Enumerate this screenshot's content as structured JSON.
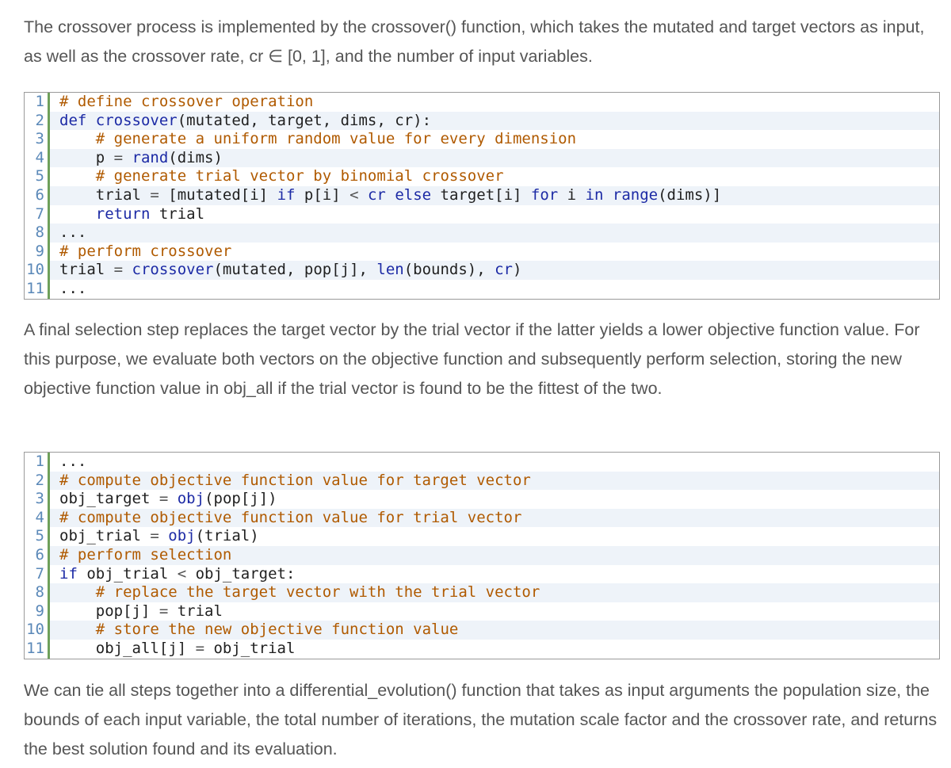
{
  "paragraphs": {
    "p1": "The crossover process is implemented by the crossover() function, which takes the mutated and target vectors as input, as well as the crossover rate, cr ∈ [0, 1], and the number of input variables.",
    "p2": "A final selection step replaces the target vector by the trial vector if the latter yields a lower objective function value. For this purpose, we evaluate both vectors on the objective function and subsequently perform selection, storing the new objective function value in obj_all if the trial vector is found to be the fittest of the two.",
    "p3": "We can tie all steps together into a differential_evolution() function that takes as input arguments the population size, the bounds of each input variable, the total number of iterations, the mutation scale factor and the crossover rate, and returns the best solution found and its evaluation."
  },
  "code_block_1": {
    "lines": [
      {
        "n": "1",
        "tokens": [
          [
            "cm",
            "# define crossover operation"
          ]
        ]
      },
      {
        "n": "2",
        "tokens": [
          [
            "kw",
            "def "
          ],
          [
            "fn",
            "crossover"
          ],
          [
            "id",
            "(mutated, target, dims, cr):"
          ]
        ]
      },
      {
        "n": "3",
        "tokens": [
          [
            "id",
            "    "
          ],
          [
            "cm",
            "# generate a uniform random value for every dimension"
          ]
        ]
      },
      {
        "n": "4",
        "tokens": [
          [
            "id",
            "    p "
          ],
          [
            "op",
            "= "
          ],
          [
            "fn",
            "rand"
          ],
          [
            "id",
            "(dims)"
          ]
        ]
      },
      {
        "n": "5",
        "tokens": [
          [
            "id",
            "    "
          ],
          [
            "cm",
            "# generate trial vector by binomial crossover"
          ]
        ]
      },
      {
        "n": "6",
        "tokens": [
          [
            "id",
            "    trial "
          ],
          [
            "op",
            "= "
          ],
          [
            "id",
            "[mutated[i] "
          ],
          [
            "kw",
            "if "
          ],
          [
            "id",
            "p[i] "
          ],
          [
            "op",
            "< "
          ],
          [
            "fn",
            "cr "
          ],
          [
            "kw",
            "else "
          ],
          [
            "id",
            "target[i] "
          ],
          [
            "kw",
            "for "
          ],
          [
            "id",
            "i "
          ],
          [
            "kw",
            "in "
          ],
          [
            "fn",
            "range"
          ],
          [
            "id",
            "(dims)]"
          ]
        ]
      },
      {
        "n": "7",
        "tokens": [
          [
            "id",
            "    "
          ],
          [
            "kw",
            "return "
          ],
          [
            "id",
            "trial"
          ]
        ]
      },
      {
        "n": "8",
        "tokens": [
          [
            "id",
            "..."
          ]
        ]
      },
      {
        "n": "9",
        "tokens": [
          [
            "cm",
            "# perform crossover"
          ]
        ]
      },
      {
        "n": "10",
        "tokens": [
          [
            "id",
            "trial "
          ],
          [
            "op",
            "= "
          ],
          [
            "fn",
            "crossover"
          ],
          [
            "id",
            "(mutated, pop[j], "
          ],
          [
            "fn",
            "len"
          ],
          [
            "id",
            "(bounds), "
          ],
          [
            "fn",
            "cr"
          ],
          [
            "id",
            ")"
          ]
        ]
      },
      {
        "n": "11",
        "tokens": [
          [
            "id",
            "..."
          ]
        ]
      }
    ]
  },
  "code_block_2": {
    "lines": [
      {
        "n": "1",
        "tokens": [
          [
            "id",
            "..."
          ]
        ]
      },
      {
        "n": "2",
        "tokens": [
          [
            "cm",
            "# compute objective function value for target vector"
          ]
        ]
      },
      {
        "n": "3",
        "tokens": [
          [
            "id",
            "obj_target "
          ],
          [
            "op",
            "= "
          ],
          [
            "fn",
            "obj"
          ],
          [
            "id",
            "(pop[j])"
          ]
        ]
      },
      {
        "n": "4",
        "tokens": [
          [
            "cm",
            "# compute objective function value for trial vector"
          ]
        ]
      },
      {
        "n": "5",
        "tokens": [
          [
            "id",
            "obj_trial "
          ],
          [
            "op",
            "= "
          ],
          [
            "fn",
            "obj"
          ],
          [
            "id",
            "(trial)"
          ]
        ]
      },
      {
        "n": "6",
        "tokens": [
          [
            "cm",
            "# perform selection"
          ]
        ]
      },
      {
        "n": "7",
        "tokens": [
          [
            "kw",
            "if "
          ],
          [
            "id",
            "obj_trial "
          ],
          [
            "op",
            "< "
          ],
          [
            "id",
            "obj_target:"
          ]
        ]
      },
      {
        "n": "8",
        "tokens": [
          [
            "id",
            "    "
          ],
          [
            "cm",
            "# replace the target vector with the trial vector"
          ]
        ]
      },
      {
        "n": "9",
        "tokens": [
          [
            "id",
            "    pop[j] "
          ],
          [
            "op",
            "= "
          ],
          [
            "id",
            "trial"
          ]
        ]
      },
      {
        "n": "10",
        "tokens": [
          [
            "id",
            "    "
          ],
          [
            "cm",
            "# store the new objective function value"
          ]
        ]
      },
      {
        "n": "11",
        "tokens": [
          [
            "id",
            "    obj_all[j] "
          ],
          [
            "op",
            "= "
          ],
          [
            "id",
            "obj_trial"
          ]
        ]
      }
    ]
  }
}
